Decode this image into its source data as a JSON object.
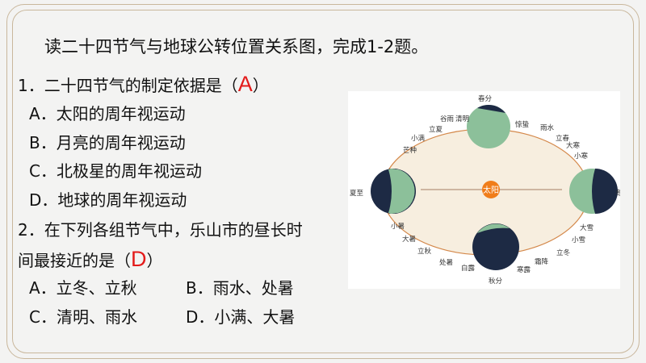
{
  "title": "读二十四节气与地球公转位置关系图，完成1-2题。",
  "q1": {
    "text_before": "1．二十四节气的制定依据是（",
    "answer": "A",
    "text_after": "）",
    "options": [
      "A．太阳的周年视运动",
      "B．月亮的周年视运动",
      "C．北极星的周年视运动",
      "D．地球的周年视运动"
    ]
  },
  "q2": {
    "line1": "2．在下列各组节气中，乐山市的昼长时",
    "line2_before": "间最接近的是（",
    "answer": "D",
    "line2_after": "）",
    "options": [
      "A．立冬、立秋",
      "B．雨水、处暑",
      "C．清明、雨水",
      "D．小满、大暑"
    ]
  },
  "diagram": {
    "sun": "太阳",
    "chunfen": "春分",
    "xiazhi": "夏至",
    "qiufen": "秋分",
    "dongzhi": "冬至",
    "terms": [
      "谷雨",
      "清明",
      "立夏",
      "小满",
      "芒种",
      "惊蛰",
      "雨水",
      "立春",
      "大寒",
      "小寒",
      "小暑",
      "大暑",
      "立秋",
      "处暑",
      "白露",
      "寒露",
      "霜降",
      "立冬",
      "小雪",
      "大雪"
    ]
  },
  "colors": {
    "answer": "#e31b1b",
    "frame": "#c9b79c",
    "earth_day": "#8cc09a",
    "earth_night": "#1d2a44",
    "sun": "#f07d1a"
  }
}
